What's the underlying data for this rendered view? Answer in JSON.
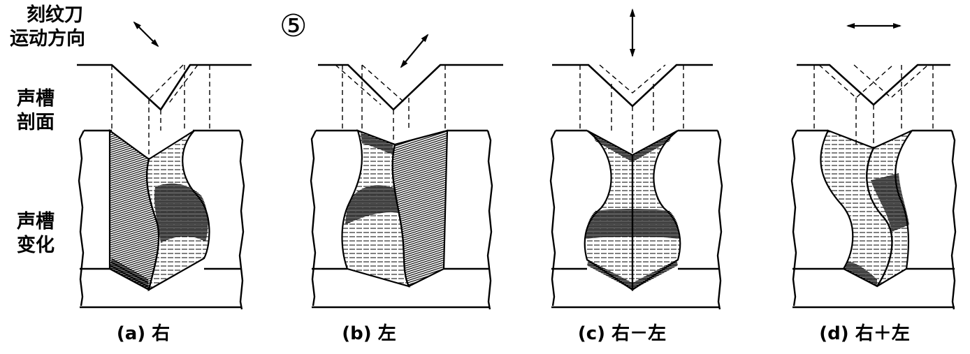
{
  "figure": {
    "number": "⑤"
  },
  "tool_motion_label": {
    "line1": "刻纹刀",
    "line2": "运动方向"
  },
  "row_labels": {
    "groove_profile": {
      "line1": "声槽",
      "line2": "剖面"
    },
    "groove_variation": {
      "line1": "声槽",
      "line2": "变化"
    }
  },
  "panels": [
    {
      "caption": "(a) 右",
      "motion_icon": "diagonal-double-arrow-down-right-icon"
    },
    {
      "caption": "(b) 左",
      "motion_icon": "diagonal-double-arrow-down-left-icon"
    },
    {
      "caption": "(c) 右－左",
      "motion_icon": "vertical-double-arrow-icon"
    },
    {
      "caption": "(d) 右＋左",
      "motion_icon": "horizontal-double-arrow-icon"
    }
  ],
  "colors": {
    "ink": "#000000",
    "paper": "#ffffff"
  }
}
